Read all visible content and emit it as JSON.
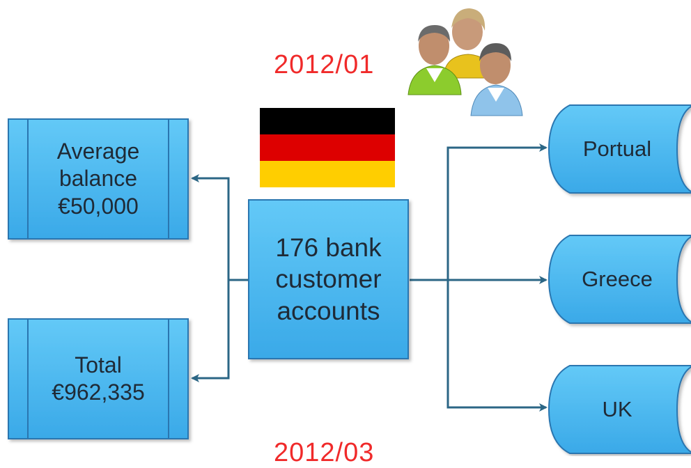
{
  "dates": {
    "top": "2012/01",
    "bottom": "2012/03"
  },
  "center": {
    "line1": "176 bank",
    "line2": "customer",
    "line3": "accounts"
  },
  "left_boxes": [
    {
      "line1": "Average",
      "line2": "balance",
      "line3": "€50,000"
    },
    {
      "line1": "Total",
      "line2": "€962,335"
    }
  ],
  "right_nodes": [
    "Portual",
    "Greece",
    "UK"
  ],
  "icons": {
    "flag": "germany-flag-icon",
    "people": "people-group-icon"
  },
  "colors": {
    "box_fill": "#3fb0ec",
    "box_stroke": "#2a76b0",
    "arrow": "#2b6685",
    "date_text": "#f02a2a"
  }
}
